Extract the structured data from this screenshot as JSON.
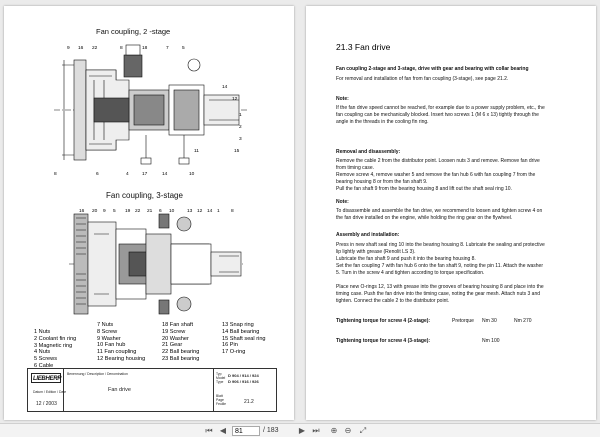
{
  "left_page": {
    "title_top": "Fan coupling, 2 -stage",
    "title_bottom": "Fan coupling, 3-stage",
    "top_callouts": [
      "9",
      "16",
      "22",
      "8",
      "18",
      "7",
      "5",
      "14",
      "12",
      "1",
      "2",
      "3",
      "15",
      "11",
      "10",
      "14",
      "17",
      "4",
      "6",
      "8"
    ],
    "bottom_callouts": [
      "16",
      "20",
      "9",
      "5",
      "19",
      "22",
      "21",
      "6",
      "10",
      "13",
      "12",
      "14",
      "1",
      "8"
    ],
    "legend": {
      "col1": [
        "1   Nuts",
        "2   Coolant fin ring",
        "3   Magnetic ring",
        "4   Nuts",
        "5   Screws",
        "6   Cable"
      ],
      "col2": [
        "7   Nuts",
        "8   Screw",
        "9   Washer",
        "10  Fan hub",
        "11  Fan coupling",
        "12  Bearing housing"
      ],
      "col3": [
        "18  Fan shaft",
        "19  Screw",
        "20  Washer",
        "21  Gear",
        "22  Ball bearing",
        "23  Ball bearing"
      ],
      "col4": [
        "13  Snap ring",
        "14  Ball bearing",
        "15  Shaft seal ring",
        "16  Pin",
        "17  O-ring"
      ]
    },
    "titleblock": {
      "logo": "LIEBHERR",
      "benennung": "Benennung / Description / Denomination",
      "description": "Fan drive",
      "datum": "Datum / Edition / Date",
      "date": "12 / 2003",
      "typ_label": "Typ\nModel\nType",
      "model1": "D 904 / 914 / 924",
      "model2": "D 906 / 916 / 926",
      "blatt_label": "Blatt\nPage\nFeuille",
      "page_no": "21.2"
    }
  },
  "right_page": {
    "heading": "21.3   Fan drive",
    "p1_bold": "Fan coupling 2-stage and 3-stage, drive with gear and bearing with collar bearing",
    "p1": "For removal and installation of fan from fan coupling  (3-stage), see page 21.2.",
    "note_bold": "Note:",
    "note": [
      "If the fan drive speed cannot be reached, for example due to a power supply problem, etc., the",
      "fan coupling can be mechanically blocked.  Insert two screws 1 (M 6 x 13) tightly through the",
      "angle in the threads in the cooling fin ring."
    ],
    "removal_bold": "Removal and disassembly:",
    "removal": [
      "Remove the cable 2 from the distributor point.  Loosen nuts 3 and remove.  Remove fan drive",
      "from timing case.",
      "Remove screw 4, remove washer 5 and remove the fan hub 6 with fan coupling 7 from the",
      "bearing housing 8 or from the fan shaft 9.",
      "Pull the fan shaft 9 from the bearing housing 8 and lift out the shaft seal ring 10."
    ],
    "note2_bold": "Note:",
    "note2": [
      "To disassemble and assemble the fan drive, we recommend to loosen and tighten screw 4 on",
      "the fan drive installed on the engine, while holding the ring gear on the flywheel."
    ],
    "assembly_bold": "Assembly and installation:",
    "assembly": [
      "Press in new shaft seal ring 10 into the bearing housing 8.  Lubricate the sealing and protective",
      "lip lightly with grease (Renolit LS 3).",
      "Lubricate the fan shaft 9 and push it into the bearing housing 8.",
      "Set the fan coupling 7 with fan hub 6 onto the fan shaft 9, noting the pin 11.  Attach the washer",
      "5.  Turn in the screw 4 and tighten according to torque specification.",
      "",
      "Place new O-rings 12, 13 with grease into the grooves of bearing housing 8 and place into the",
      "timing case.  Push the fan drive into the timing case, noting the gear mesh.  Attach nuts 3 and",
      "tighten.  Connect the cable 2 to the distributor point."
    ],
    "torque1_label": "Tightening torque for screw  4 (2-stage):",
    "torque1_mid": "Pretorque",
    "torque1_v1": "Nm 30",
    "torque1_v2": "Nm 270",
    "torque2_label": "Tightening torque for screw  4 (3-stage):",
    "torque2_v": "Nm 100"
  },
  "toolbar": {
    "current_page": "81",
    "page_count": "/ 183"
  }
}
